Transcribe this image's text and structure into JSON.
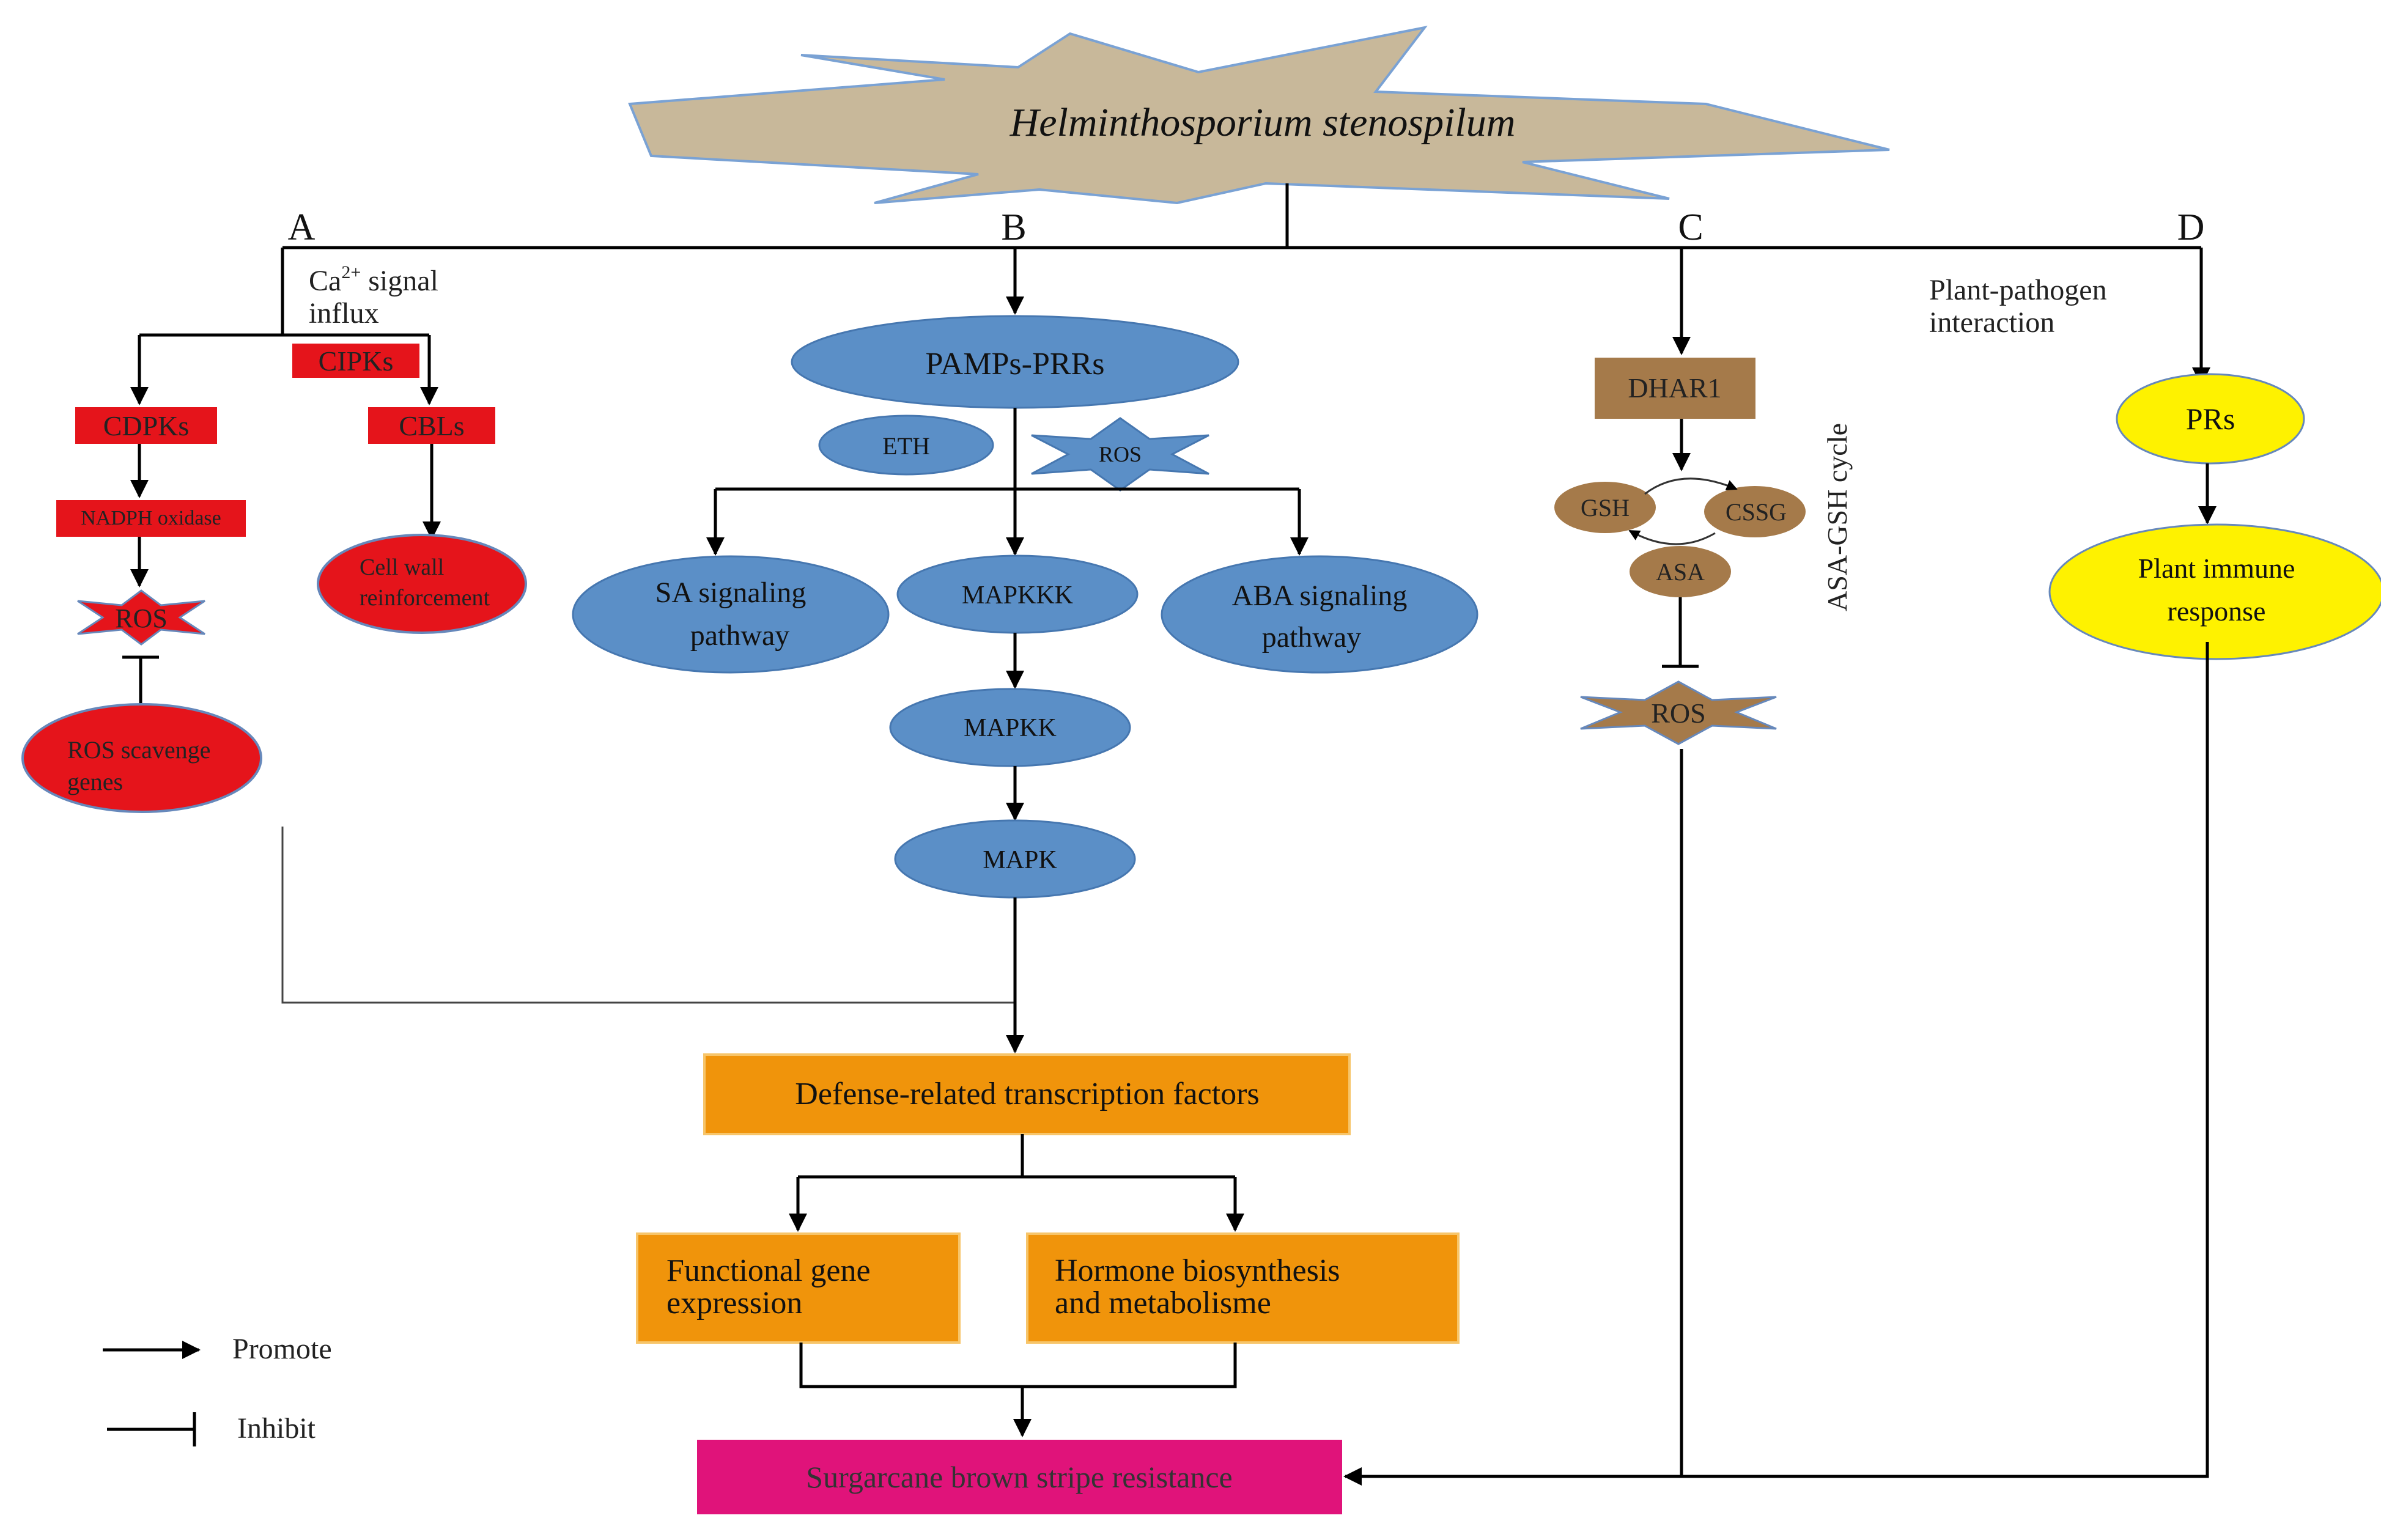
{
  "pathogen": "Helminthosporium stenospilum",
  "branch_labels": {
    "a": "A",
    "b": "B",
    "c": "C",
    "d": "D"
  },
  "branch_a": {
    "signal_line1": "Ca",
    "signal_sup": "2+",
    "signal_line1_rest": " signal",
    "signal_line2": "influx",
    "cipks": "CIPKs",
    "cdpks": "CDPKs",
    "cbls": "CBLs",
    "nadph": "NADPH oxidase",
    "ros": "ROS",
    "cell_wall_line1": "Cell wall",
    "cell_wall_line2": "reinforcement",
    "scavenge_line1": "ROS scavenge",
    "scavenge_line2": "genes"
  },
  "branch_b": {
    "pamps": "PAMPs-PRRs",
    "eth": "ETH",
    "ros": "ROS",
    "sa_line1": "SA signaling",
    "sa_line2": "pathway",
    "mapkkk": "MAPKKK",
    "aba_line1": "ABA signaling",
    "aba_line2": "pathway",
    "mapkk": "MAPKK",
    "mapk": "MAPK"
  },
  "branch_c": {
    "dhar1": "DHAR1",
    "gsh": "GSH",
    "cssg": "CSSG",
    "asa": "ASA",
    "cycle_label": "ASA-GSH cycle",
    "ros": "ROS"
  },
  "branch_d": {
    "interaction_line1": "Plant-pathogen",
    "interaction_line2": "interaction",
    "prs": "PRs",
    "immune_line1": "Plant immune",
    "immune_line2": "response"
  },
  "downstream": {
    "tf": "Defense-related transcription factors",
    "functional_line1": "Functional gene",
    "functional_line2": "expression",
    "hormone_line1": "Hormone biosynthesis",
    "hormone_line2": "and metabolisme",
    "resistance": "Surgarcane brown stripe resistance"
  },
  "legend": {
    "promote": "Promote",
    "inhibit": "Inhibit"
  },
  "colors": {
    "star_fill": "#c8b89a",
    "red": "#e5141b",
    "blue": "#5b8fc7",
    "brown": "#a57a4a",
    "yellow": "#fef200",
    "orange": "#f0940b",
    "magenta": "#e0137a"
  }
}
